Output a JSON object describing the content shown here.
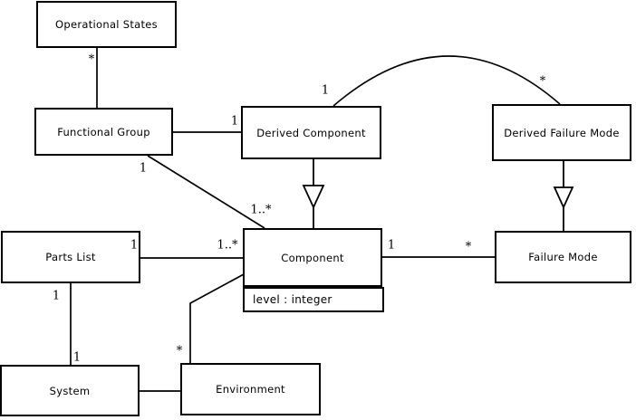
{
  "diagram": {
    "kind": "uml-class-diagram",
    "colors": {
      "background": "#ffffff",
      "line": "#000000",
      "box_fill": "#ffffff",
      "text": "#000000"
    }
  },
  "classes": {
    "operational_states": {
      "name": "Operational States"
    },
    "functional_group": {
      "name": "Functional Group"
    },
    "derived_component": {
      "name": "Derived Component"
    },
    "derived_failure_mode": {
      "name": "Derived Failure Mode"
    },
    "parts_list": {
      "name": "Parts List"
    },
    "component": {
      "name": "Component",
      "attribute": "level : integer"
    },
    "failure_mode": {
      "name": "Failure Mode"
    },
    "system": {
      "name": "System"
    },
    "environment": {
      "name": "Environment"
    }
  },
  "multiplicities": {
    "os_fg_star": "*",
    "fg_dc_one": "1",
    "fg_comp_one": "1",
    "fg_comp_many": "1..*",
    "arc_dc_one": "1",
    "arc_dfm_star": "*",
    "pl_comp_one": "1",
    "pl_comp_many": "1..*",
    "comp_fm_one": "1",
    "comp_fm_star": "*",
    "pl_sys_one_top": "1",
    "pl_sys_one_bot": "1",
    "comp_env_star": "*"
  }
}
